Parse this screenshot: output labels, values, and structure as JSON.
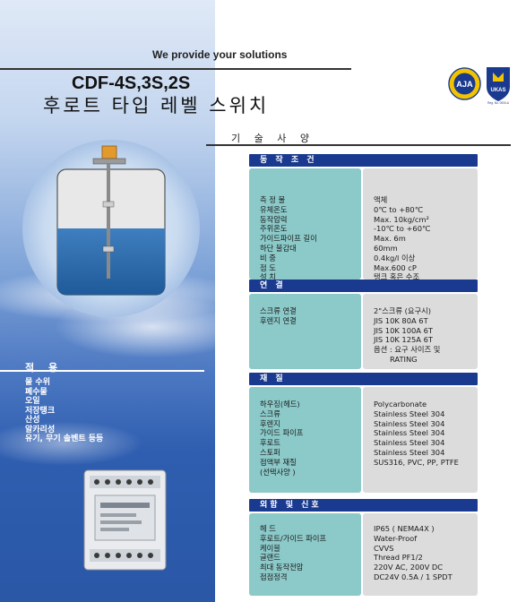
{
  "header": {
    "tagline": "We provide your solutions",
    "model": "CDF-4S,3S,2S",
    "title": "후로트 타입 레벨 스위치"
  },
  "logos": {
    "aja_text": "AJA",
    "ukas_text": "UKAS",
    "ukas_reg": "Reg. No. 0000-A"
  },
  "specs_heading": "기 술 사 양",
  "sections": [
    {
      "title": "동 작 조 건",
      "labels": [
        "측 정 물",
        "유체온도",
        "동작압력",
        "주위온도",
        "가이드파이프 길이",
        "하단 불감대",
        "비 중",
        "점 도",
        "설 치"
      ],
      "values": [
        "액체",
        "0℃ to +80℃",
        "Max. 10kg/cm²",
        "-10℃ to +60℃",
        "Max. 6m",
        "60mm",
        "0.4kg/l 이상",
        "Max.600 cP",
        "탱크 혹은 수조"
      ]
    },
    {
      "title": "연 결",
      "labels": [
        "스크류 연결",
        "후렌지 연결"
      ],
      "values": [
        "2\"스크류 (요구시)",
        "JIS 10K 80A 6T",
        "JIS 10K 100A 6T",
        "JIS 10K 125A 6T",
        "옵션 : 요구 사이즈 및",
        "RATING"
      ]
    },
    {
      "title": "재 질",
      "labels": [
        "하우징(헤드)",
        "스크류",
        "후렌지",
        "가이드 파이프",
        "후로트",
        "스토퍼",
        "접액부 재질",
        "(선택사양 )"
      ],
      "values": [
        "Polycarbonate",
        "Stainless Steel 304",
        "Stainless Steel 304",
        "Stainless Steel 304",
        "Stainless Steel 304",
        "Stainless Steel 304",
        "SUS316, PVC, PP, PTFE"
      ]
    },
    {
      "title": "외함 및 신호",
      "labels": [
        "헤 드",
        "후로트/가이드 파이프",
        "케이블",
        "글랜드",
        "최대 동작전압",
        "접점정격"
      ],
      "values": [
        "IP65 ( NEMA4X )",
        "Water-Proof",
        "CVVS",
        "Thread PF1/2",
        "220V AC, 200V DC",
        "DC24V 0.5A / 1 SPDT"
      ]
    }
  ],
  "applications": {
    "heading": "적 용",
    "items": [
      "물 수위",
      "폐수물",
      "오일",
      "저장탱크",
      "산성",
      "알카리성",
      "유기, 무기 솔벤트 등등"
    ]
  },
  "colors": {
    "section_bar": "#1a3a8f",
    "label_bg": "#8cc9c9",
    "value_bg": "#dcdcdc",
    "left_panel": "#2f5eb0"
  }
}
